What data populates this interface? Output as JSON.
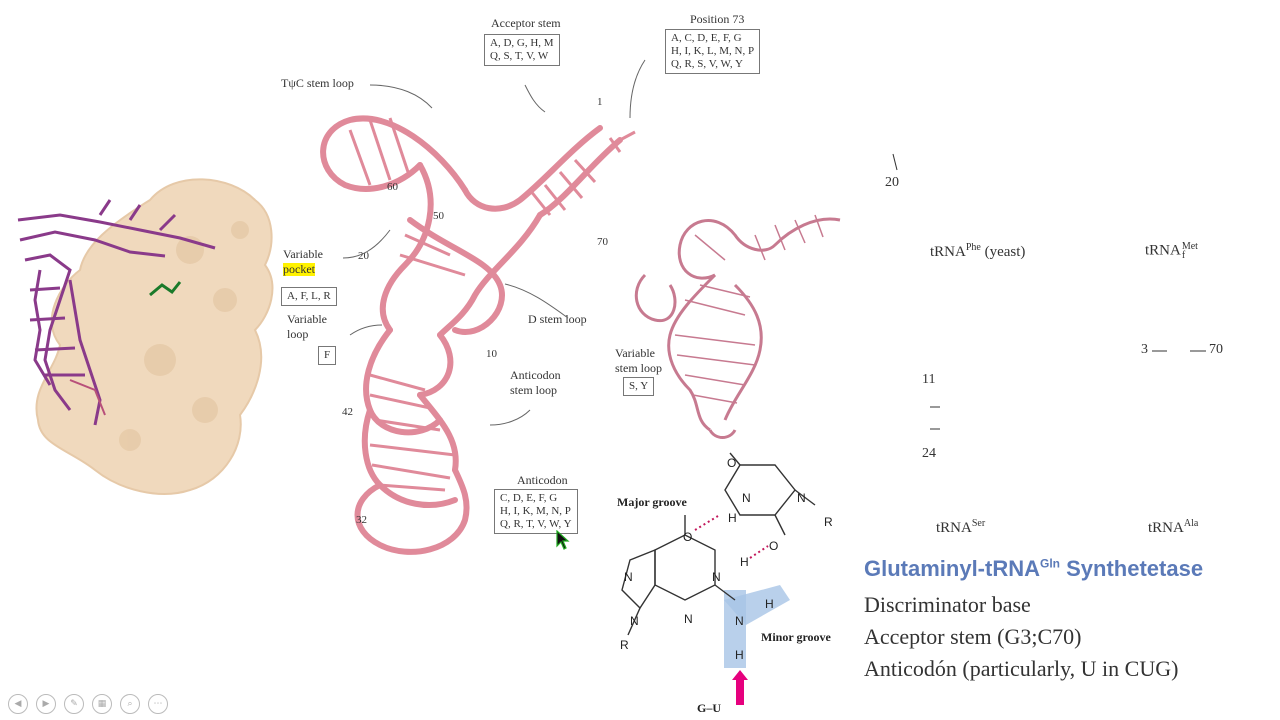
{
  "diagram": {
    "labels": {
      "acceptor_stem": "Acceptor stem",
      "position73": "Position 73",
      "tpc_loop": "TψC stem loop",
      "variable": "Variable",
      "pocket": "pocket",
      "variable_loop_line1": "Variable",
      "variable_loop_line2": "loop",
      "d_stem_loop": "D stem loop",
      "anticodon_stem_line1": "Anticodon",
      "anticodon_stem_line2": "stem loop",
      "anticodon": "Anticodon",
      "variable_stem_line1": "Variable",
      "variable_stem_line2": "stem loop"
    },
    "boxes": {
      "acceptor_line1": "A, D, G, H, M",
      "acceptor_line2": "Q, S, T, V, W",
      "pos73_line1": "A, C, D, E, F, G",
      "pos73_line2": "H, I, K, L, M, N, P",
      "pos73_line3": "Q, R, S, V, W, Y",
      "pocket_box": "A, F, L, R",
      "loop_box": "F",
      "anticodon_line1": "C, D, E, F, G",
      "anticodon_line2": "H, I, K, M, N, P",
      "anticodon_line3": "Q, R, T, V, W, Y",
      "variable_stem_box": "S, Y"
    },
    "numbers": [
      "1",
      "60",
      "50",
      "20",
      "70",
      "10",
      "42",
      "32"
    ]
  },
  "chemistry": {
    "major_groove": "Major groove",
    "minor_groove": "Minor groove",
    "gu": "G–U"
  },
  "trnas": [
    {
      "name": "tRNA",
      "sup": "Phe",
      "suffix": " (yeast)",
      "sub": ""
    },
    {
      "name": "tRNA",
      "sup": "Met",
      "suffix": "",
      "sub": "f"
    },
    {
      "name": "tRNA",
      "sup": "Ser",
      "suffix": "",
      "sub": ""
    },
    {
      "name": "tRNA",
      "sup": "Ala",
      "suffix": "",
      "sub": ""
    }
  ],
  "trna_numbers": {
    "n20": "20",
    "n11": "11",
    "n24": "24",
    "n3": "3",
    "n70": "70"
  },
  "summary": {
    "title_prefix": "Glutaminyl-tRNA",
    "title_sup": "Gln",
    "title_suffix": " Synthetetase",
    "bullets": [
      "Discriminator base",
      "Acceptor stem (G3;C70)",
      "Anticodón (particularly, U in CUG)"
    ]
  },
  "colors": {
    "trna_ribbon": "#e08a9a",
    "nucleotide_fill": "#e3f0e3",
    "highlight_nucleotide": "#e8891e",
    "title_blue": "#5b7ab8",
    "protein": "#f0d9bd",
    "rna_stick": "#8a3a8a"
  }
}
